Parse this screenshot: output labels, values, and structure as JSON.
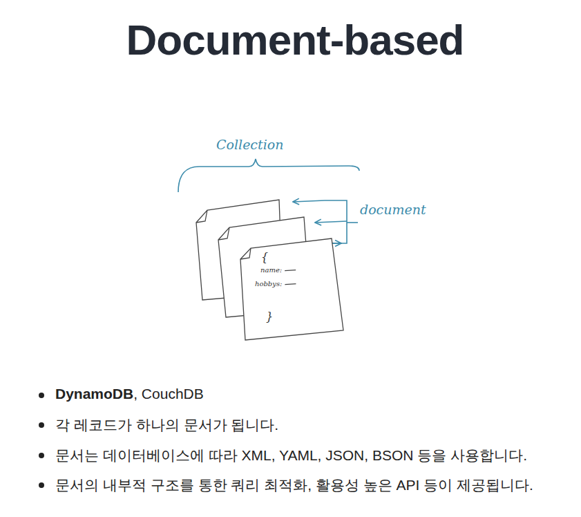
{
  "diagram": {
    "title": "Document-based",
    "nodes": [
      {
        "text": [
          "{",
          "name:",
          "hobbys:",
          "}"
        ]
      }
    ],
    "labels": [
      "Collection",
      "document",
      "DynamoDB",
      ", CouchDB",
      "각 레코드가 하나의 문서가 됩니다.",
      "문서는 데이터베이스에 따라 XML, YAML, JSON, BSON 등을 사용합니다.",
      "문서의 내부적 구조를 통한 쿼리 최적화, 활용성 높은 API 등이 제공됩니다."
    ]
  }
}
